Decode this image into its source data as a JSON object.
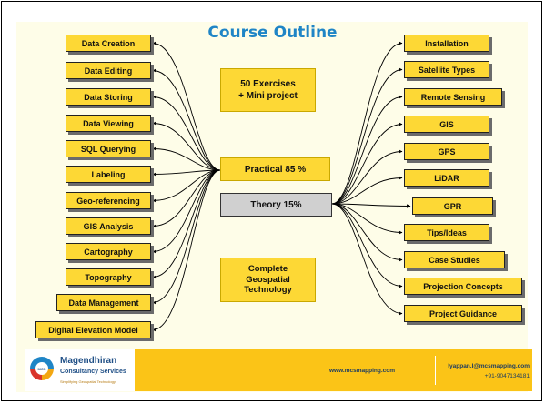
{
  "title": "Course Outline",
  "left_items": [
    "Data Creation",
    "Data Editing",
    "Data Storing",
    "Data Viewing",
    "SQL Querying",
    "Labeling",
    "Geo-referencing",
    "GIS Analysis",
    "Cartography",
    "Topography",
    "Data Management",
    "Digital Elevation Model"
  ],
  "right_items": [
    "Installation",
    "Satellite Types",
    "Remote Sensing",
    "GIS",
    "GPS",
    "LiDAR",
    "GPR",
    "Tips/Ideas",
    "Case Studies",
    "Projection Concepts",
    "Project Guidance"
  ],
  "center": {
    "exercises_line1": "50 Exercises",
    "exercises_line2": "+ Mini project",
    "practical": "Practical 85 %",
    "theory": "Theory 15%",
    "complete_line1": "Complete",
    "complete_line2": "Geospatial",
    "complete_line3": "Technology"
  },
  "footer": {
    "logo_mark": "MCS",
    "company_name": "Magendhiran",
    "company_sub": "Consultancy Services",
    "tagline": "Simplifying  Geospatial  Technology",
    "website": "www.mcsmapping.com",
    "email": "Iyappan.I@mcsmapping.com",
    "phone": "+91-9047134181"
  },
  "colors": {
    "box_fill": "#fdd835",
    "title": "#1f85c6",
    "theory_fill": "#d0d0d0",
    "footer": "#fbc417",
    "slide_bg": "#fefde8"
  }
}
